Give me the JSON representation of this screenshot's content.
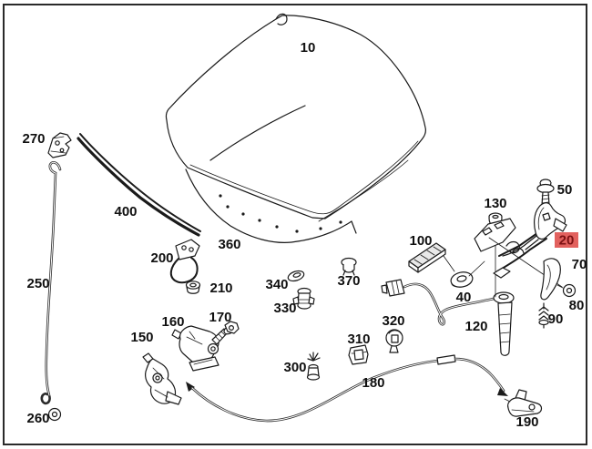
{
  "diagram": {
    "kind": "hood-parts-exploded-diagram",
    "background": "#ffffff",
    "line_color": "#1a1a1a",
    "highlight_bg": "#e2615e",
    "highlight_fg": "#7c1113"
  },
  "parts": [
    {
      "label": "10",
      "highlighted": false
    },
    {
      "label": "20",
      "highlighted": true
    },
    {
      "label": "40",
      "highlighted": false
    },
    {
      "label": "50",
      "highlighted": false
    },
    {
      "label": "70",
      "highlighted": false
    },
    {
      "label": "80",
      "highlighted": false
    },
    {
      "label": "90",
      "highlighted": false
    },
    {
      "label": "100",
      "highlighted": false
    },
    {
      "label": "120",
      "highlighted": false
    },
    {
      "label": "130",
      "highlighted": false
    },
    {
      "label": "150",
      "highlighted": false
    },
    {
      "label": "160",
      "highlighted": false
    },
    {
      "label": "170",
      "highlighted": false
    },
    {
      "label": "180",
      "highlighted": false
    },
    {
      "label": "190",
      "highlighted": false
    },
    {
      "label": "200",
      "highlighted": false
    },
    {
      "label": "210",
      "highlighted": false
    },
    {
      "label": "250",
      "highlighted": false
    },
    {
      "label": "260",
      "highlighted": false
    },
    {
      "label": "270",
      "highlighted": false
    },
    {
      "label": "300",
      "highlighted": false
    },
    {
      "label": "310",
      "highlighted": false
    },
    {
      "label": "320",
      "highlighted": false
    },
    {
      "label": "330",
      "highlighted": false
    },
    {
      "label": "340",
      "highlighted": false
    },
    {
      "label": "360",
      "highlighted": false
    },
    {
      "label": "370",
      "highlighted": false
    },
    {
      "label": "400",
      "highlighted": false
    }
  ]
}
